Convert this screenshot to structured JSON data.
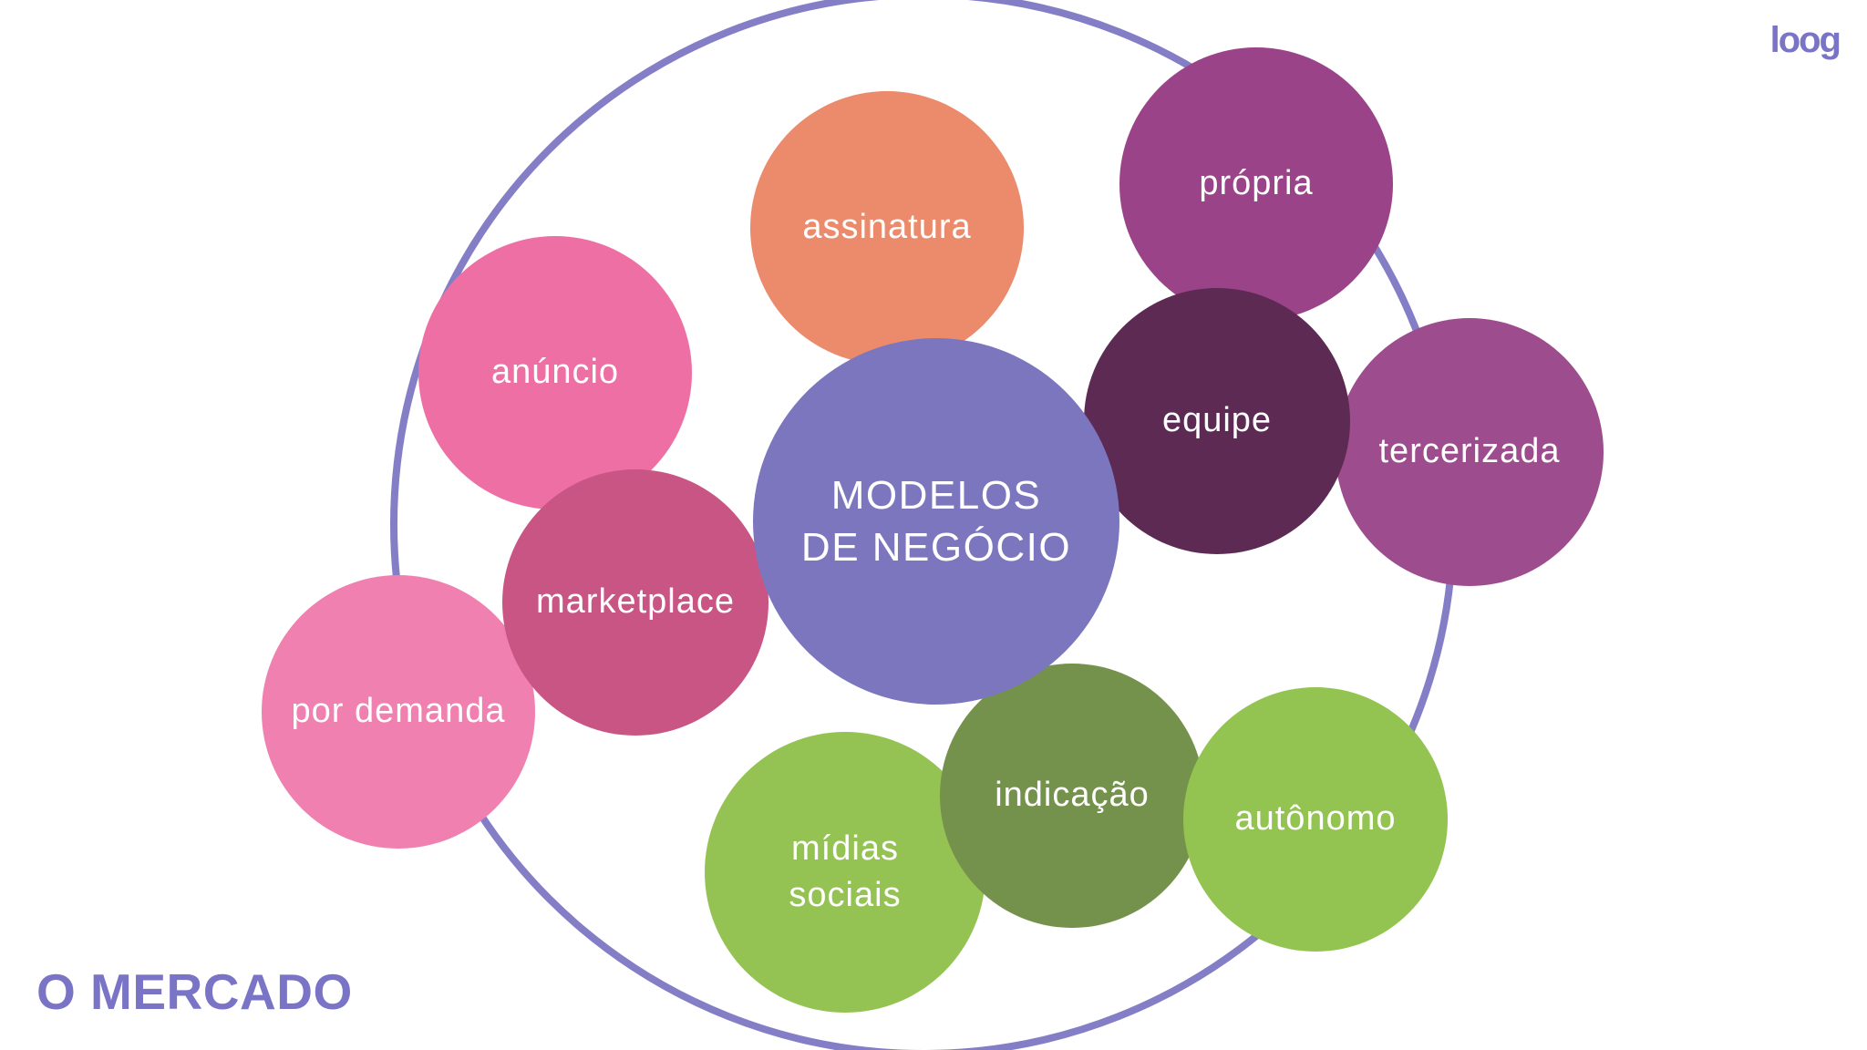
{
  "page": {
    "background": "#FFFFFF"
  },
  "logo": {
    "text": "loog",
    "color": "#7A74C6"
  },
  "footer": {
    "title": "O MERCADO",
    "color": "#7A74C6"
  },
  "diagram": {
    "ring_color": "#847EC6",
    "center": {
      "label": "MODELOS\nDE NEGÓCIO",
      "color": "#7B76BD",
      "text_color": "#FFFFFF"
    },
    "bubbles": [
      {
        "id": "assinatura",
        "label": "assinatura",
        "color": "#EC8A6C"
      },
      {
        "id": "propria",
        "label": "própria",
        "color": "#9A4388"
      },
      {
        "id": "tercerizada",
        "label": "tercerizada",
        "color": "#9D4C8E"
      },
      {
        "id": "equipe",
        "label": "equipe",
        "color": "#5C2A52"
      },
      {
        "id": "anuncio",
        "label": "anúncio",
        "color": "#EE6FA4"
      },
      {
        "id": "por-demanda",
        "label": "por demanda",
        "color": "#EF80AF"
      },
      {
        "id": "marketplace",
        "label": "marketplace",
        "color": "#C85584"
      },
      {
        "id": "midias-sociais",
        "label": "mídias\nsociais",
        "color": "#95C353"
      },
      {
        "id": "indicacao",
        "label": "indicação",
        "color": "#75924C"
      },
      {
        "id": "autonomo",
        "label": "autônomo",
        "color": "#93C350"
      }
    ]
  }
}
